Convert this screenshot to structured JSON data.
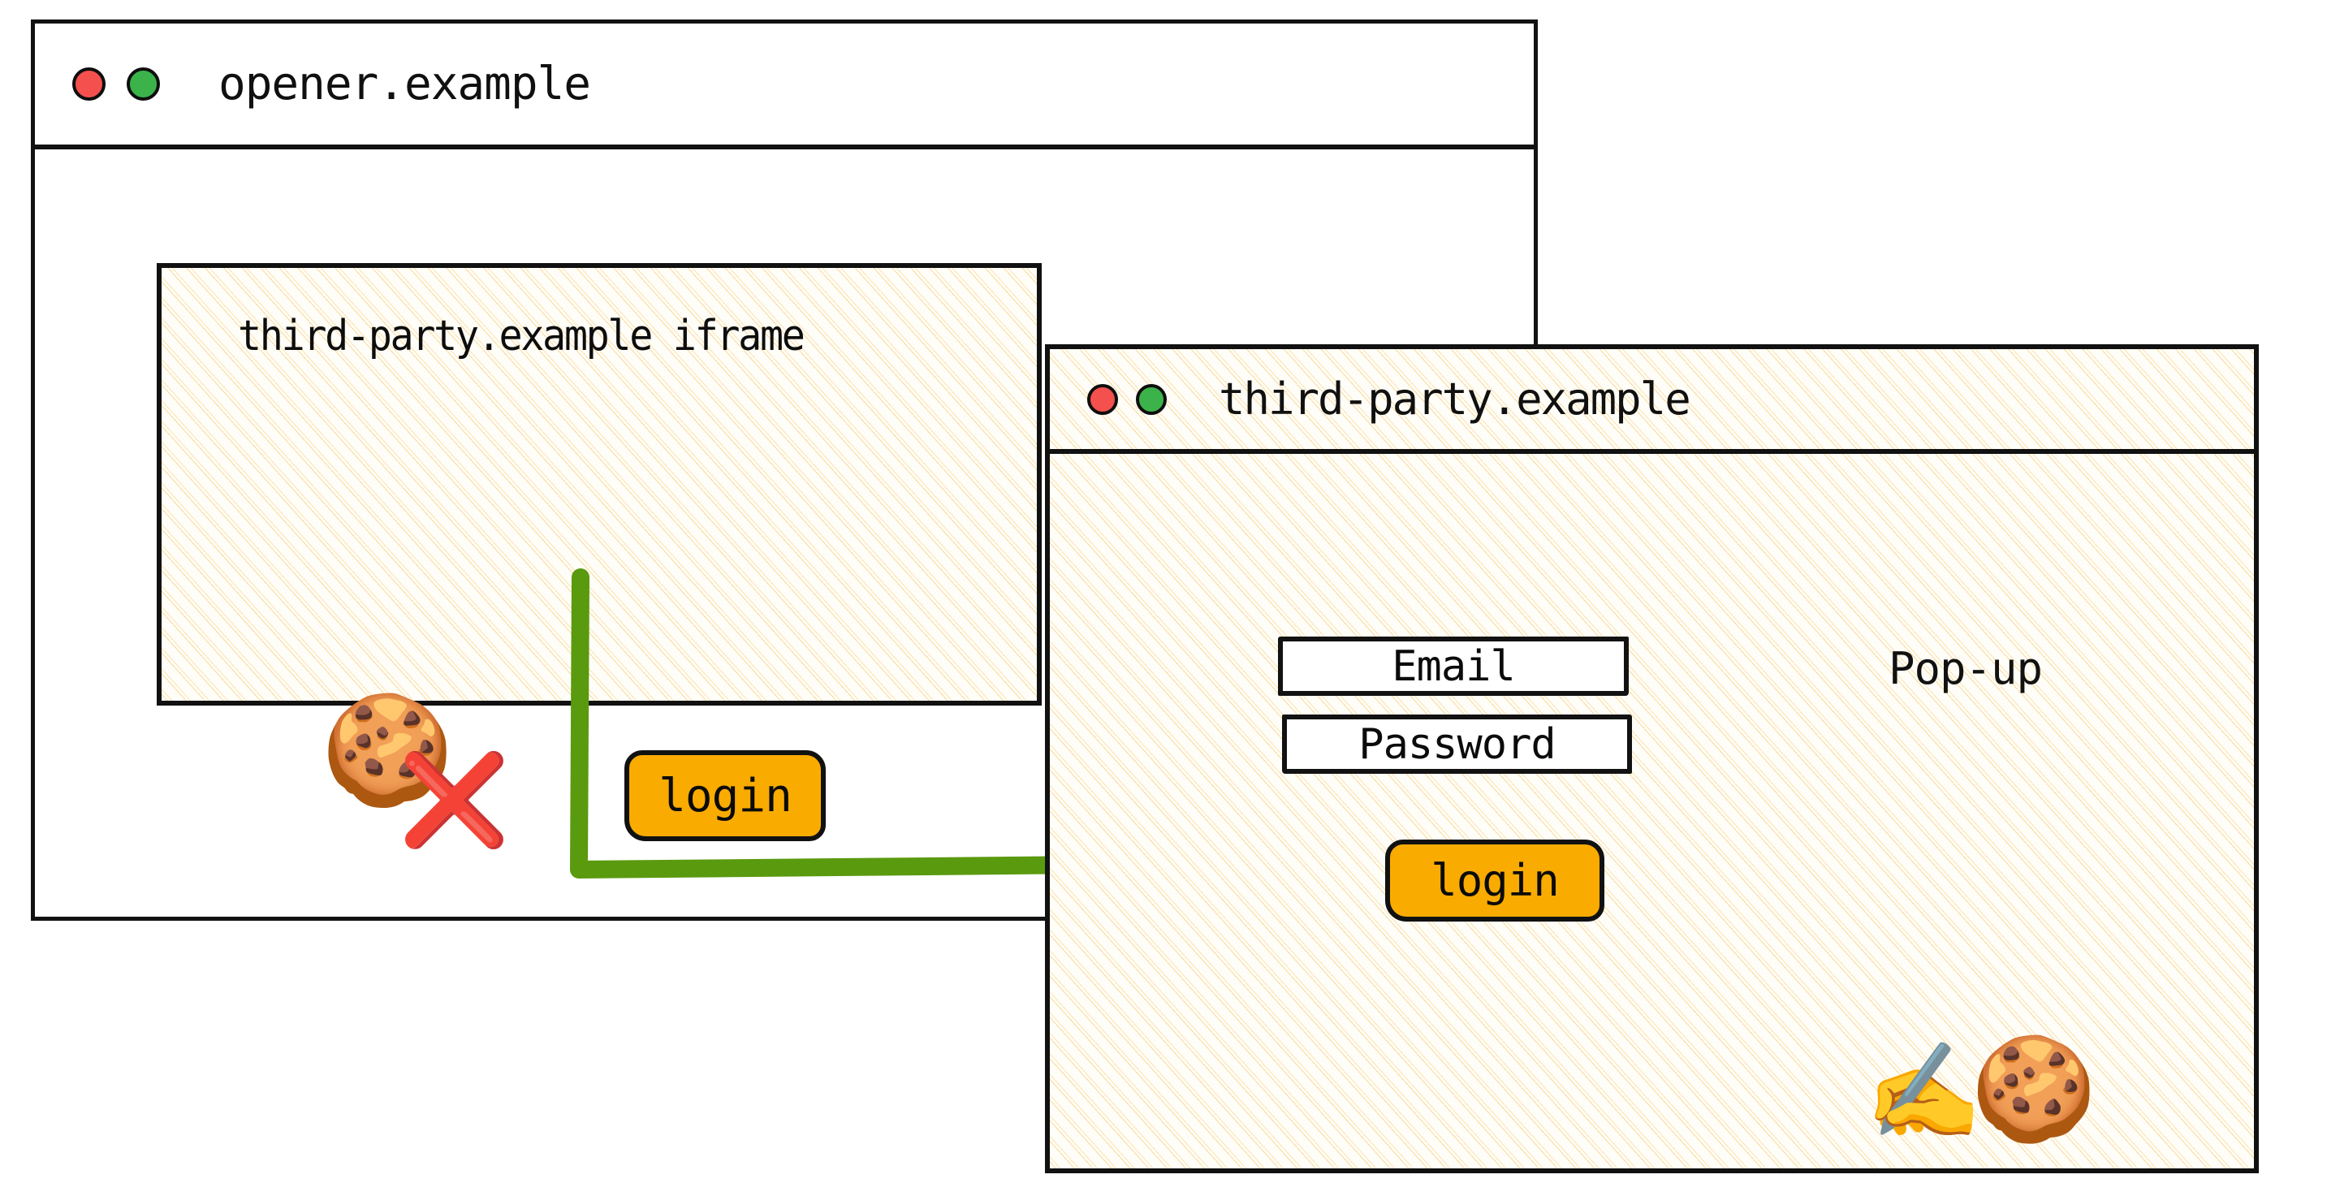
{
  "opener_window": {
    "title": "opener.example",
    "traffic_lights": [
      {
        "name": "close",
        "color": "#f4504d"
      },
      {
        "name": "maximize",
        "color": "#3cb34a"
      }
    ],
    "iframe": {
      "title": "third-party.example iframe",
      "cookie_icon": "🍪",
      "cookie_blocked_icon": "❌",
      "login_label": "login"
    }
  },
  "flow_arrow": {
    "color": "#5a9a0f",
    "label": ""
  },
  "popup_window": {
    "title": "third-party.example",
    "annotation": "Pop-up",
    "traffic_lights": [
      {
        "name": "close",
        "color": "#f4504d"
      },
      {
        "name": "maximize",
        "color": "#3cb34a"
      }
    ],
    "form": {
      "email_label": "Email",
      "password_label": "Password",
      "login_label": "login"
    },
    "sign_in_icon": "✍️",
    "cookie_icon": "🍪"
  },
  "colors": {
    "button_amber": "#f9ab00",
    "arrow_green": "#5a9a0f",
    "hatch_cream": "#f6d896",
    "ink_black": "#111111"
  }
}
